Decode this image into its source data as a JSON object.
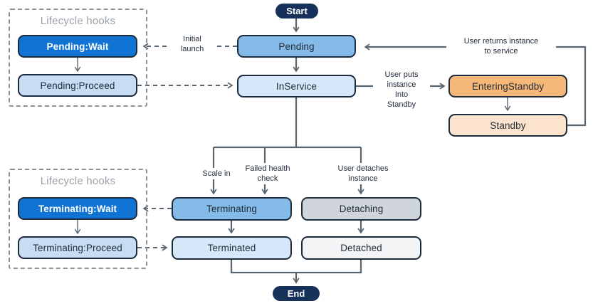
{
  "diagram": {
    "type": "auto-scaling-lifecycle-state-diagram",
    "nodes": {
      "start": "Start",
      "pending": "Pending",
      "in_service": "InService",
      "entering_standby": "EnteringStandby",
      "standby": "Standby",
      "terminating": "Terminating",
      "terminated": "Terminated",
      "detaching": "Detaching",
      "detached": "Detached",
      "end": "End",
      "pending_wait": "Pending:Wait",
      "pending_proceed": "Pending:Proceed",
      "terminating_wait": "Terminating:Wait",
      "terminating_proceed": "Terminating:Proceed"
    },
    "groups": {
      "pending_hooks_title": "Lifecycle hooks",
      "terminating_hooks_title": "Lifecycle hooks"
    },
    "edge_labels": {
      "initial_launch": "Initial\nlaunch",
      "user_puts_standby": "User puts\ninstance\nInto\nStandby",
      "user_returns": "User returns instance\nto service",
      "scale_in": "Scale in",
      "failed_health_check": "Failed health\ncheck",
      "user_detaches": "User detaches\ninstance"
    },
    "colors": {
      "state_medium_blue": "#85BBE8",
      "state_light_blue": "#D5E7F8",
      "hook_dark_blue": "#1174D4",
      "hook_pale_blue": "#C7DDF4",
      "standby_orange": "#F5B878",
      "standby_light_orange": "#FBE3CD",
      "detach_gray": "#D0D5DC",
      "detach_light_gray": "#F3F4F6",
      "terminal_navy": "#16325B",
      "connector_gray": "#5A6572",
      "node_border": "#1B2B3C",
      "group_border": "#8A9199"
    }
  }
}
